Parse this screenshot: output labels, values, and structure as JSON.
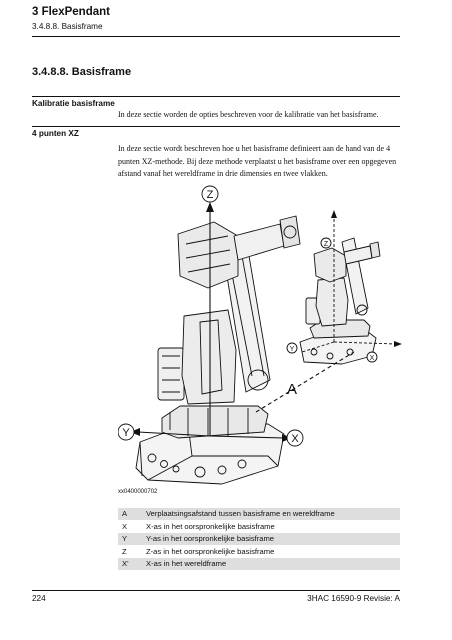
{
  "header": {
    "chapter": "3 FlexPendant",
    "section_ref": "3.4.8.8. Basisframe"
  },
  "section_title": "3.4.8.8. Basisframe",
  "blocks": [
    {
      "heading": "Kalibratie basisframe",
      "text": "In deze sectie worden de opties beschreven voor de kalibratie van het basisframe."
    },
    {
      "heading": "4 punten XZ",
      "text": "In deze sectie wordt beschreven hoe u het basisframe definieert aan de hand van de 4 punten XZ-methode. Bij deze methode verplaatst u het basisframe over een opgegeven afstand vanaf het wereldframe in drie dimensies en twee vlakken."
    }
  ],
  "figure": {
    "id": "xx0400000702",
    "labels": {
      "big_z": "Z",
      "big_y": "Y",
      "big_x": "X",
      "a": "A",
      "small_z": "Z",
      "small_y": "Y",
      "small_x": "X"
    }
  },
  "legend": [
    {
      "key": "A",
      "text": "Verplaatsingsafstand tussen basisframe en wereldframe"
    },
    {
      "key": "X",
      "text": "X-as in het oorspronkelijke basisframe"
    },
    {
      "key": "Y",
      "text": "Y-as in het oorspronkelijke basisframe"
    },
    {
      "key": "Z",
      "text": "Z-as in het oorspronkelijke basisframe"
    },
    {
      "key": "X'",
      "text": "X-as in het wereldframe"
    }
  ],
  "footer": {
    "page": "224",
    "doc": "3HAC 16590-9 Revisie: A"
  }
}
